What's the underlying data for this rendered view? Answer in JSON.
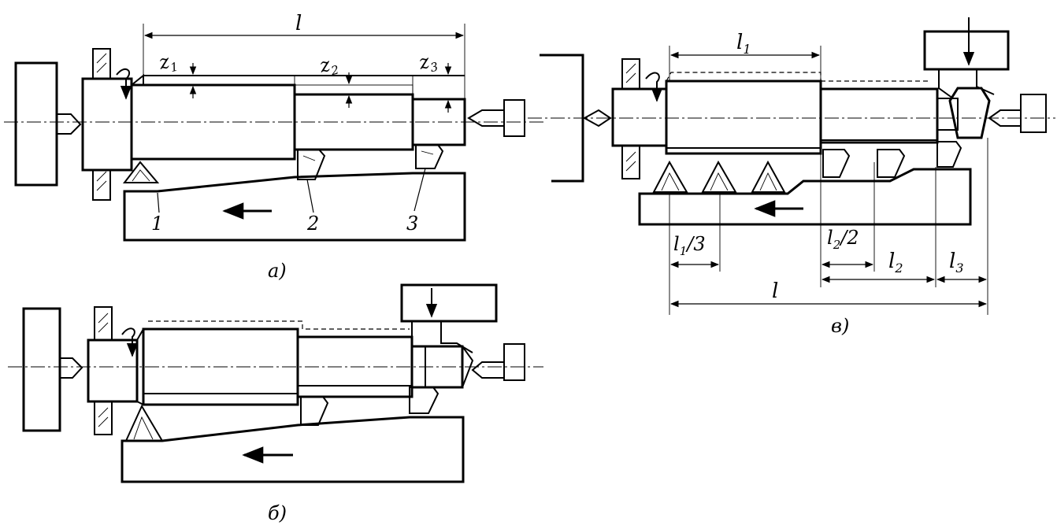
{
  "panels": {
    "a": {
      "caption": "а)",
      "length_label": "l",
      "allowances": [
        "z1",
        "z2",
        "z3"
      ],
      "allowance_subs": [
        "1",
        "2",
        "3"
      ],
      "tool_numbers": [
        "1",
        "2",
        "3"
      ]
    },
    "b": {
      "caption": "б)"
    },
    "v": {
      "caption": "в)",
      "l1": "l",
      "l1_sub": "1",
      "l1_third": "l",
      "l1_third_rest": "/3",
      "l2_half": "l",
      "l2_half_rest": "/2",
      "l2": "l",
      "l2_sub": "2",
      "l3": "l",
      "l3_sub": "3",
      "total": "l"
    }
  },
  "hatching_pattern": "diagonal",
  "ink_color": "#000000",
  "paper_color": "#ffffff"
}
